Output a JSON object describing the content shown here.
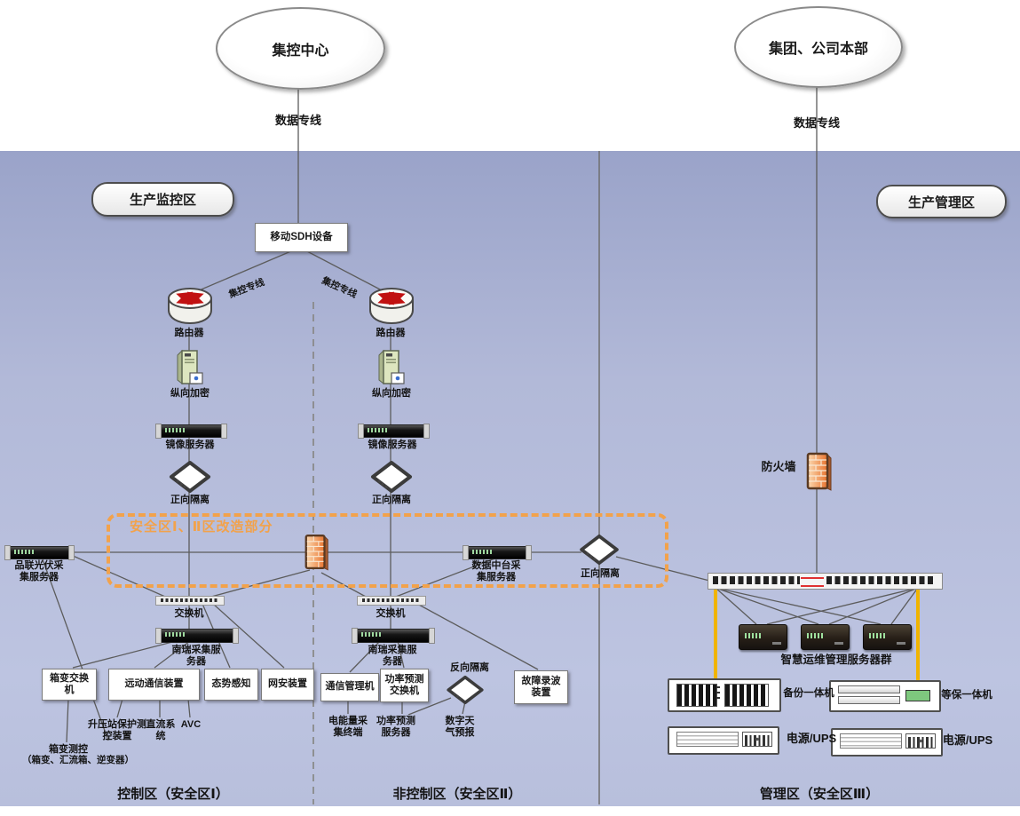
{
  "external": {
    "control_center": "集控中心",
    "hq": "集团、公司本部",
    "data_line_left": "数据专线",
    "data_line_right": "数据专线"
  },
  "zone_pills": {
    "monitoring": "生产监控区",
    "management": "生产管理区"
  },
  "link_labels": {
    "sdh_left": "集控专线",
    "sdh_right": "集控专线"
  },
  "retrofit": {
    "label": "安全区Ⅰ、Ⅱ区改造部分"
  },
  "monitoring": {
    "sdh_box": "移动SDH设备",
    "router_left": "路由器",
    "router_right": "路由器",
    "encryptor_left": "纵向加密",
    "encryptor_right": "纵向加密",
    "mirror_left": "镜像服务器",
    "mirror_right": "镜像服务器",
    "fwd_isolation_left": "正向隔离",
    "fwd_isolation_right": "正向隔离",
    "pv_server": "品联光伏采\n集服务器",
    "data_hub_server": "数据中台采\n集服务器",
    "fwd_isolation_mgmt": "正向隔离",
    "switch_left": "交换机",
    "switch_right": "交换机",
    "nari_left": "南瑞采集服\n务器",
    "nari_right": "南瑞采集服\n务器"
  },
  "control_zone": {
    "transformer_switch": "箱变交换\n机",
    "remote_comm": "远动通信装置",
    "situation_awareness": "态势感知",
    "net_security": "网安装置",
    "substation_protect": "升压站保护测\n控装置",
    "dc_system": "直流系\n统",
    "avc": "AVC",
    "transformer_ctrl": "箱变测控",
    "transformer_ctrl_note": "（箱变、汇流箱、逆变器）"
  },
  "noncontrol_zone": {
    "comm_manager": "通信管理机",
    "power_forecast_switch": "功率预测\n交换机",
    "reverse_isolation": "反向隔离",
    "fault_recorder": "故障录波\n装置",
    "energy_terminal": "电能量采\n集终端",
    "power_forecast_server": "功率预测\n服务器",
    "weather_forecast": "数字天\n气预报"
  },
  "management_zone": {
    "firewall": "防火墙",
    "ops_cluster": "智慧运维管理服务器群",
    "backup_appliance": "备份一体机",
    "dengbao_appliance": "等保一体机",
    "ups_left": "电源/UPS",
    "ups_right": "电源/UPS"
  },
  "footers": {
    "control": "控制区（安全区Ⅰ）",
    "noncontrol": "非控制区（安全区Ⅱ）",
    "management": "管理区（安全区Ⅲ）"
  },
  "colors": {
    "retrofit_orange": "#F2A24B",
    "yellow_link": "#F0B400",
    "zone_bg_top": "#9AA3C9",
    "zone_bg_bottom": "#BDC4E1",
    "connector_gray": "#5C5C5C",
    "router_arrow_red": "#C11111",
    "switch_red_mark": "#E03131"
  }
}
